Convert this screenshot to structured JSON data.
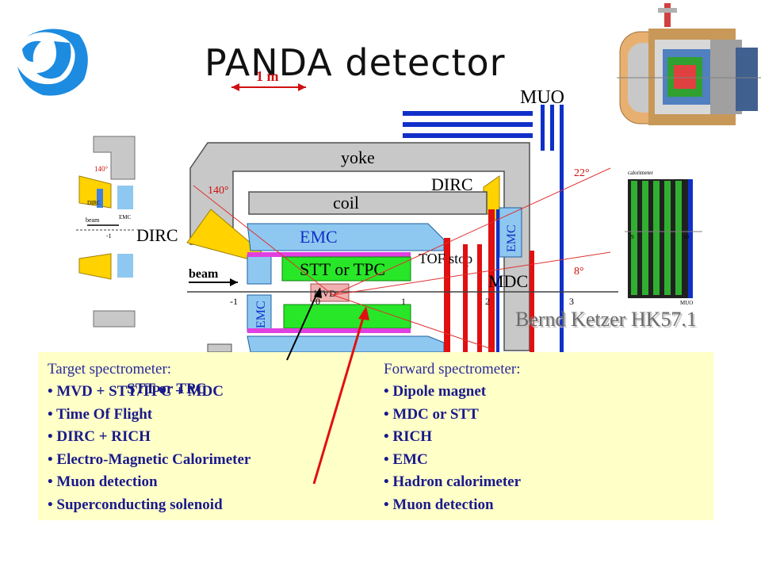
{
  "title": "PANDA detector",
  "author": "Bernd Ketzer HK57.1",
  "diagram": {
    "scale_label": "1 m",
    "labels": {
      "muo": "MUO",
      "yoke": "yoke",
      "dirc_top": "DIRC",
      "coil": "coil",
      "dirc_left": "DIRC",
      "emc_main": "EMC",
      "emc_fwd": "EMC",
      "emc_back": "EMC",
      "stt": "STT or TPC",
      "tof": "TOF stop",
      "mdc": "MDC",
      "mvd": "MVD",
      "beam": "beam"
    },
    "angles": {
      "a140": "140°",
      "a22": "22°",
      "a8": "8°"
    },
    "axis_ticks": [
      "-1",
      "0",
      "1",
      "2",
      "3"
    ],
    "inset": {
      "a140": "140°",
      "dirc": "DIRC",
      "emc": "EMC",
      "beam": "beam",
      "tick": "-1"
    },
    "calorimeter_inset": {
      "title": "calorimeter",
      "tick9": "9",
      "tick10": "10",
      "muo": "MUO"
    }
  },
  "target": {
    "header": "Target spectrometer:",
    "items": [
      "• MVD + STT/TPC + MDC",
      "• Time Of Flight",
      "• DIRC + RICH",
      "• Electro-Magnetic Calorimeter",
      "• Muon detection",
      "• Superconducting solenoid"
    ],
    "overlay": "STT or TPC"
  },
  "forward": {
    "header": "Forward spectrometer:",
    "items": [
      "• Dipole magnet",
      "• MDC or STT",
      "• RICH",
      "• EMC",
      "• Hadron calorimeter",
      "• Muon detection"
    ]
  },
  "colors": {
    "blue": "#1030c8",
    "yellow": "#ffd200",
    "green": "#28e628",
    "red": "#e01010",
    "light_blue": "#8ec8f0",
    "gray": "#c8c8c8",
    "box": "#ffffc8",
    "logo": "#1c8be0"
  }
}
